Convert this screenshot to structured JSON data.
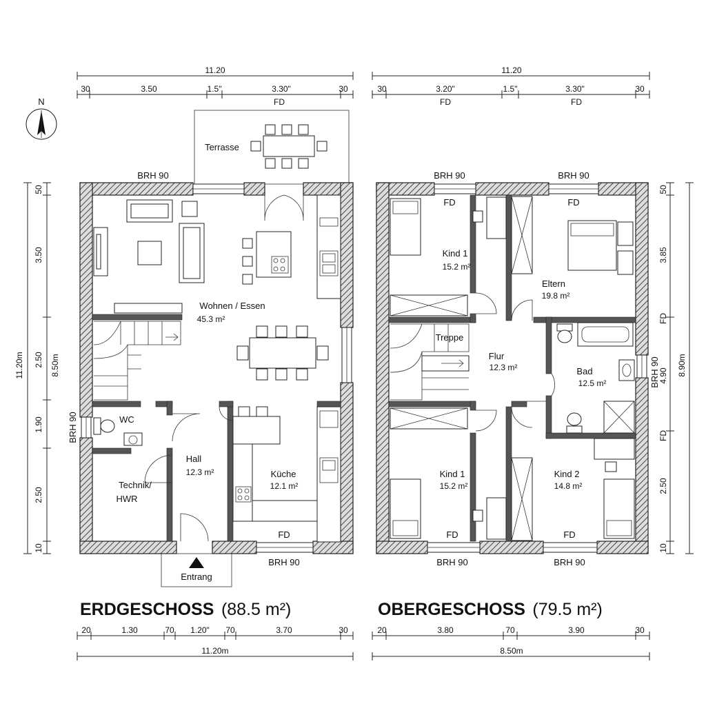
{
  "north": {
    "label": "N"
  },
  "ground_floor": {
    "title": "ERDGESCHOSS",
    "area": "(88.5 m²)",
    "dims_top_total": "11.20",
    "dims_top": [
      "30",
      "3.50",
      "1.5\"",
      "3.30\"",
      "30"
    ],
    "dims_top_note": "FD",
    "dims_left": [
      "50",
      "3.50",
      "2.50",
      "1.90",
      "2.50",
      "10"
    ],
    "dims_left_total": "11.20m",
    "dims_left_total2": "8.50m",
    "dims_bottom": [
      "20",
      "1.30",
      "70",
      "1.20\"",
      "70",
      "3.70",
      "30"
    ],
    "dims_bottom_total": "11.20m",
    "labels": {
      "terrace": "Terrasse",
      "brh_top": "BRH 90",
      "brh_left": "BRH 90",
      "brh_bottom": "BRH 90",
      "fd_kitchen": "FD",
      "entrance": "Entrang"
    },
    "rooms": {
      "living": {
        "name": "Wohnen / Essen",
        "area": "45.3 m²"
      },
      "wc": {
        "name": "WC"
      },
      "hall": {
        "name": "Hall",
        "area": "12.3 m²"
      },
      "technik": {
        "name1": "Technik/",
        "name2": "HWR"
      },
      "kitchen": {
        "name": "Küche",
        "area": "12.1 m²"
      }
    }
  },
  "upper_floor": {
    "title": "OBERGESCHOSS",
    "area": "(79.5 m²)",
    "dims_top_total": "11.20",
    "dims_top": [
      "30",
      "3.20\"",
      "1.5\"",
      "3.30\"",
      "30"
    ],
    "dims_top_notes": [
      "FD",
      "FD"
    ],
    "dims_right": [
      "50",
      "3.85",
      "FD",
      "4.90",
      "FD",
      "2.50",
      "10"
    ],
    "dims_right_total": "8.90m",
    "dims_bottom": [
      "20",
      "3.80",
      "70",
      "3.90",
      "30"
    ],
    "dims_bottom_total": "8.50m",
    "labels": {
      "brh_top_left": "BRH 90",
      "brh_top_right": "BRH 90",
      "brh_right": "BRH 90",
      "brh_bottom_left": "BRH 90",
      "brh_bottom_right": "BRH 90",
      "fd_kind1_top": "FD",
      "fd_eltern": "FD",
      "fd_kind1_bottom": "FD",
      "fd_kind2": "FD"
    },
    "rooms": {
      "kind1_top": {
        "name": "Kind 1",
        "area": "15.2 m²"
      },
      "eltern": {
        "name": "Eltern",
        "area": "19.8 m²"
      },
      "treppe": {
        "name": "Treppe"
      },
      "flur": {
        "name": "Flur",
        "area": "12.3 m²"
      },
      "bad": {
        "name": "Bad",
        "area": "12.5 m²"
      },
      "kind1_bottom": {
        "name": "Kind 1",
        "area": "15.2 m²"
      },
      "kind2": {
        "name": "Kind 2",
        "area": "14.8 m²"
      }
    }
  }
}
